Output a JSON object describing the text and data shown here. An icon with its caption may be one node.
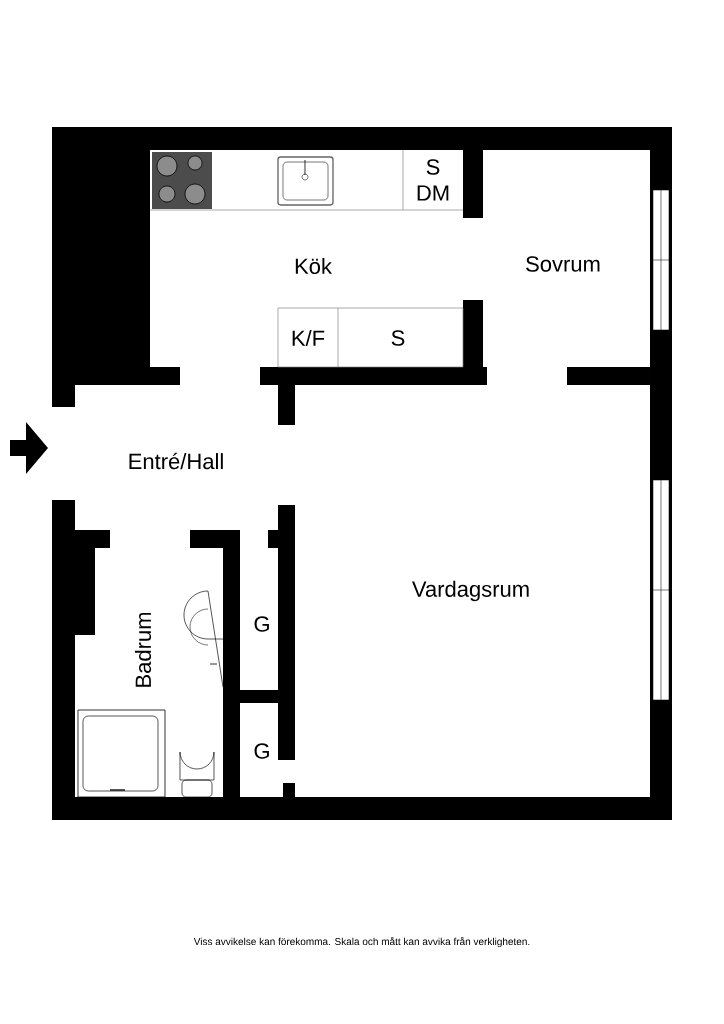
{
  "diagram": {
    "labels": [
      "S",
      "DM",
      "Kök",
      "Sovrum",
      "K/F",
      "S",
      "Entré/Hall",
      "Vardagsrum",
      "G",
      "Badrum",
      "G",
      "Viss avvikelse kan förekomma. Skala och mått kan avvika från verkligheten."
    ]
  }
}
